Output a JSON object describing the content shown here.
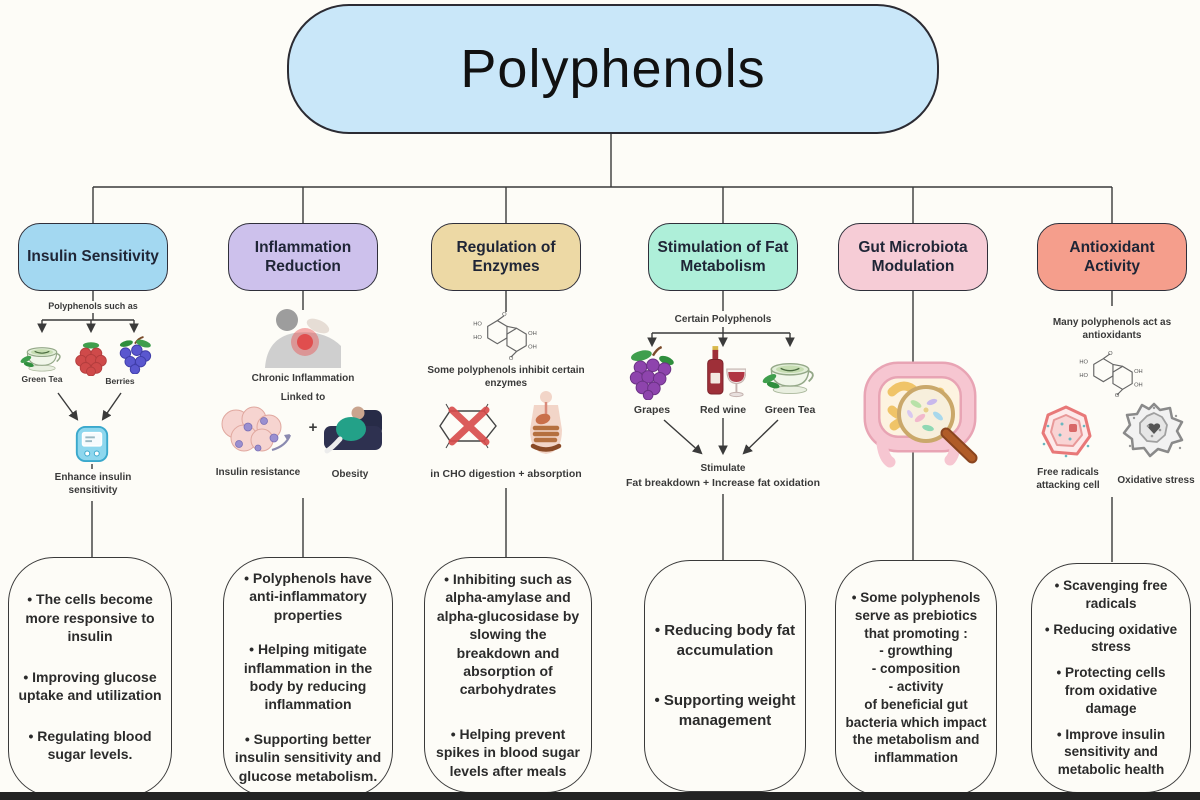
{
  "title": "Polyphenols",
  "colors": {
    "background": "#fdfcf7",
    "line": "#3a3a3a",
    "title_fill": "#c9e7f9",
    "branch_fills": [
      "#a3d8f1",
      "#cdc1ec",
      "#edd9a5",
      "#aeefd9",
      "#f6ccd6",
      "#f59e8c"
    ]
  },
  "chem_labels": {
    "ho": "HO",
    "oh": "OH",
    "o": "O"
  },
  "branches": [
    {
      "title": "Insulin Sensitivity",
      "captions": {
        "sources": "Polyphenols such as",
        "green_tea": "Green Tea",
        "berries": "Berries",
        "outcome": "Enhance insulin sensitivity"
      },
      "bullets": [
        "• The cells become more responsive to insulin",
        "• Improving glucose uptake and utilization",
        "• Regulating blood sugar levels."
      ]
    },
    {
      "title": "Inflammation Reduction",
      "captions": {
        "condition": "Chronic Inflammation",
        "linked": "Linked to",
        "cause1": "Insulin resistance",
        "plus": "+",
        "cause2": "Obesity"
      },
      "bullets": [
        "• Polyphenols have anti-inflammatory properties",
        "• Helping mitigate inflammation in the body by reducing inflammation",
        "• Supporting better insulin sensitivity and glucose metabolism."
      ]
    },
    {
      "title": "Regulation of Enzymes",
      "captions": {
        "inhibit": "Some polyphenols inhibit certain enzymes",
        "digestion": "in CHO digestion + absorption"
      },
      "bullets": [
        "• Inhibiting such as alpha-amylase and alpha-glucosidase by slowing the breakdown and absorption of carbohydrates",
        "• Helping prevent spikes in blood sugar levels after meals"
      ]
    },
    {
      "title": "Stimulation of Fat Metabolism",
      "captions": {
        "sources": "Certain Polyphenols",
        "grapes": "Grapes",
        "red_wine": "Red wine",
        "green_tea": "Green Tea",
        "outcome_line1": "Stimulate",
        "outcome_line2": "Fat breakdown + Increase fat oxidation"
      },
      "bullets": [
        "• Reducing body fat accumulation",
        "• Supporting weight management"
      ]
    },
    {
      "title": "Gut Microbiota Modulation",
      "captions": {},
      "bullets": [
        "• Some polyphenols serve as prebiotics that promoting :\n- growthing\n- composition\n- activity\nof beneficial gut bacteria which impact the metabolism and inflammation"
      ]
    },
    {
      "title": "Antioxidant Activity",
      "captions": {
        "intro": "Many polyphenols act as antioxidants",
        "cell1": "Free radicals attacking cell",
        "cell2": "Oxidative stress"
      },
      "bullets": [
        "• Scavenging free radicals",
        "• Reducing oxidative stress",
        "• Protecting cells from oxidative damage",
        "• Improve insulin sensitivity and metabolic health"
      ]
    }
  ]
}
